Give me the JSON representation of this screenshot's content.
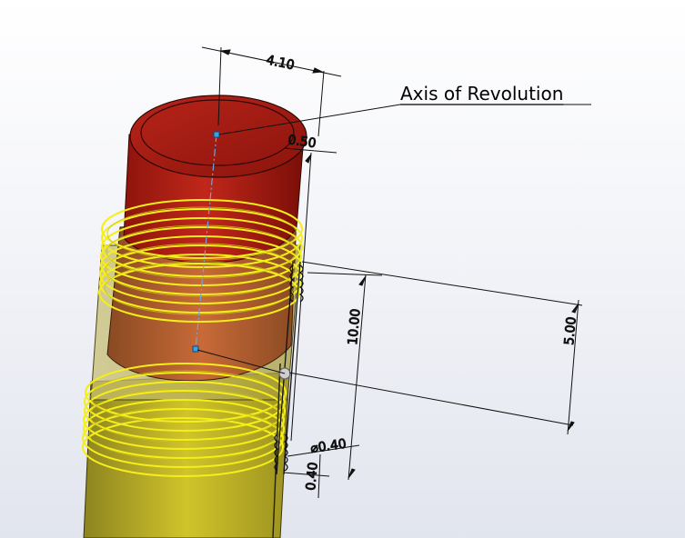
{
  "callout": {
    "label": "Axis of Revolution"
  },
  "dimensions": {
    "top_width": "4.10",
    "cap_thickness": "0.50",
    "spacing_large": "10.00",
    "spacing_small": "5.00",
    "thread_diameter": "⌀0.40",
    "thread_pitch": "0.40"
  },
  "colors": {
    "cap_red": "#a51b12",
    "cap_dark": "#7a120b",
    "thread_yellow": "#f5ee1a",
    "body_olive": "#b8a918",
    "body_brown": "#b45a2e",
    "dimension_line": "#111111",
    "sketch_point": "#3da0e0"
  }
}
